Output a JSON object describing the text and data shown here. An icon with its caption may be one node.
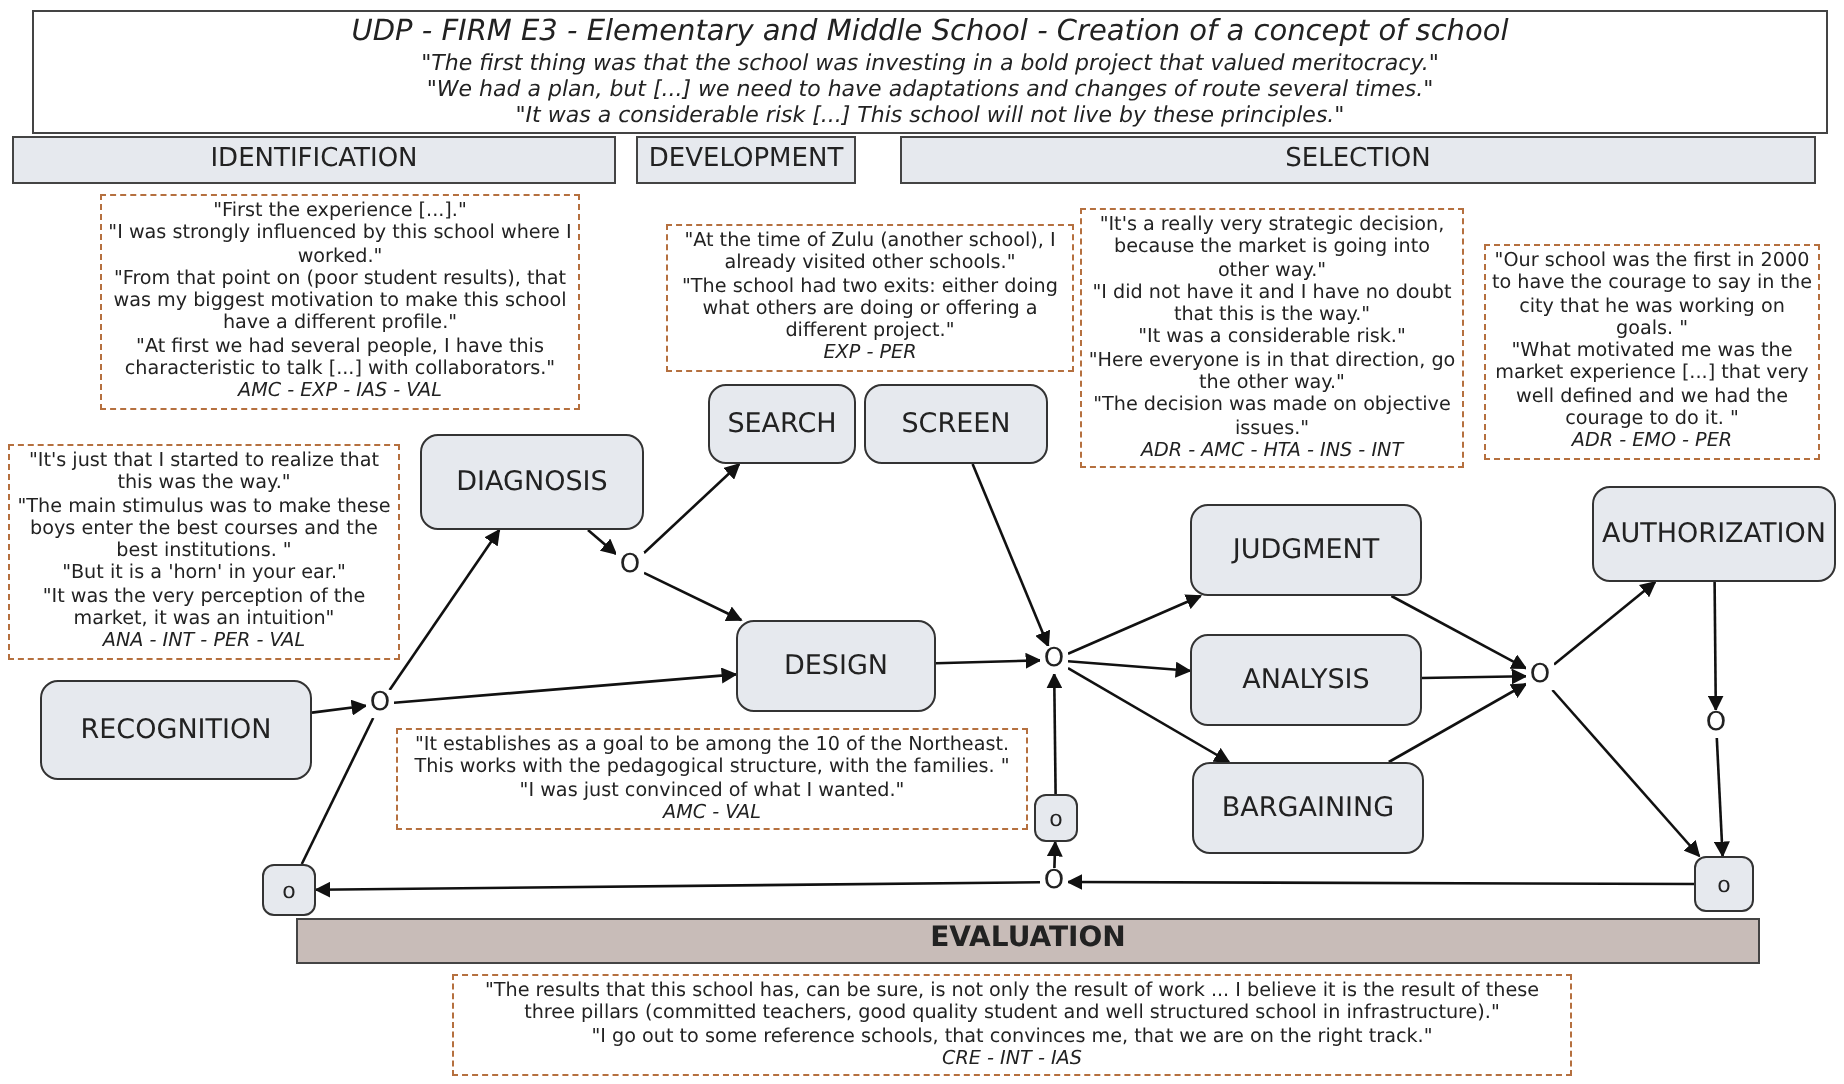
{
  "diagram": {
    "nodes": [
      {
        "text": [
          "UDP - FIRM E3 - Elementary and Middle School - Creation of a concept of school",
          "\"The first thing was that the school was investing in a bold project that valued meritocracy.\"",
          "\"We had a plan, but [...] we need to have adaptations and changes of route several times.\"",
          "\"It was a considerable risk [...] This school will not live by these principles.\""
        ]
      },
      {
        "text": [
          "IDENTIFICATION"
        ]
      },
      {
        "text": [
          "DEVELOPMENT"
        ]
      },
      {
        "text": [
          "SELECTION"
        ]
      },
      {
        "text": [
          "\"First the experience [...].\"",
          "\"I was strongly influenced by this school where I worked.\"",
          "\"From that point on (poor student results), that was my biggest motivation to make this school have a different profile.\"",
          "\"At first we had several people, I have this characteristic to talk [...] with collaborators.\"",
          "AMC - EXP - IAS - VAL"
        ]
      },
      {
        "text": [
          "\"At the time of Zulu (another school), I already visited other schools.\"",
          "\"The school had two exits: either doing what others are doing or offering a different project.\"",
          "EXP - PER"
        ]
      },
      {
        "text": [
          "\"It's a really very strategic decision, because the market is going into other way.\"",
          "\"I did not have it and I have no doubt that this is the way.\"",
          "\"It was a considerable risk.\"",
          "\"Here everyone is in that direction, go the other way.\"",
          "\"The decision was made on objective issues.\"",
          "ADR - AMC - HTA - INS - INT"
        ]
      },
      {
        "text": [
          "\"Our school was the first in 2000 to have the courage to say in the city that he was working on goals. \"",
          "\"What motivated me was the market experience [...] that very well defined and we had the courage to do it. \"",
          "ADR - EMO - PER"
        ]
      },
      {
        "text": [
          "SEARCH"
        ]
      },
      {
        "text": [
          "SCREEN"
        ]
      },
      {
        "text": [
          "DIAGNOSIS"
        ]
      },
      {
        "text": [
          "\"It's just that I started to realize that this was the way.\"",
          "\"The main stimulus was to make these boys enter the best courses and the best institutions. \"",
          "\"But it is a 'horn' in your ear.\"",
          "\"It was the very perception of the market, it was an intuition\"",
          "ANA - INT - PER - VAL"
        ]
      },
      {
        "text": [
          "O"
        ]
      },
      {
        "text": [
          "JUDGMENT"
        ]
      },
      {
        "text": [
          "AUTHORIZATION"
        ]
      },
      {
        "text": [
          "DESIGN"
        ]
      },
      {
        "text": [
          "O"
        ]
      },
      {
        "text": [
          "O"
        ]
      },
      {
        "text": [
          "O"
        ]
      },
      {
        "text": [
          "RECOGNITION"
        ]
      },
      {
        "text": [
          "O"
        ]
      },
      {
        "text": [
          "ANALYSIS"
        ]
      },
      {
        "text": [
          "\"It establishes as a goal to be among the 10 of the Northeast. This works with the pedagogical structure, with the families. \"",
          "\"I was just convinced of what I wanted.\"",
          "AMC - VAL"
        ]
      },
      {
        "text": [
          "o"
        ]
      },
      {
        "text": [
          "BARGAINING"
        ]
      },
      {
        "text": [
          "o"
        ]
      },
      {
        "text": [
          "O"
        ]
      },
      {
        "text": [
          "o"
        ]
      },
      {
        "text": [
          "EVALUATION"
        ]
      },
      {
        "text": [
          "\"The results that this school has, can be sure, is not only the result of work ... I believe it is the result of these three pillars (committed teachers, good quality student and well structured school in infrastructure).\"",
          "\"I go out to some reference schools, that convinces me, that we are on the right track.\"",
          "CRE - INT - IAS"
        ]
      }
    ],
    "edges": [
      {
        "from": 19,
        "to": 20,
        "arrow": "to"
      },
      {
        "from": 20,
        "to": 10,
        "arrow": "to"
      },
      {
        "from": 20,
        "to": 15,
        "arrow": "to"
      },
      {
        "from": 10,
        "to": 12,
        "arrow": "to"
      },
      {
        "from": 12,
        "to": 8,
        "arrow": "to"
      },
      {
        "from": 12,
        "to": 15,
        "arrow": "to"
      },
      {
        "from": 15,
        "to": 16,
        "arrow": "to"
      },
      {
        "from": 9,
        "to": 16,
        "arrow": "to"
      },
      {
        "from": 23,
        "to": 16,
        "arrow": "to"
      },
      {
        "from": 16,
        "to": 13,
        "arrow": "to"
      },
      {
        "from": 16,
        "to": 21,
        "arrow": "to"
      },
      {
        "from": 16,
        "to": 24,
        "arrow": "to"
      },
      {
        "from": 13,
        "to": 17,
        "arrow": "to"
      },
      {
        "from": 21,
        "to": 17,
        "arrow": "to"
      },
      {
        "from": 24,
        "to": 17,
        "arrow": "to"
      },
      {
        "from": 17,
        "to": 14,
        "arrow": "to"
      },
      {
        "from": 17,
        "to": 27,
        "arrow": "to"
      },
      {
        "from": 14,
        "to": 18,
        "arrow": "to"
      },
      {
        "from": 18,
        "to": 27,
        "arrow": "to"
      },
      {
        "from": 27,
        "to": 26,
        "arrow": "to"
      },
      {
        "from": 26,
        "to": 25,
        "arrow": "to"
      },
      {
        "from": 26,
        "to": 23,
        "arrow": "to"
      },
      {
        "from": 25,
        "to": 20,
        "arrow": "none"
      }
    ]
  }
}
